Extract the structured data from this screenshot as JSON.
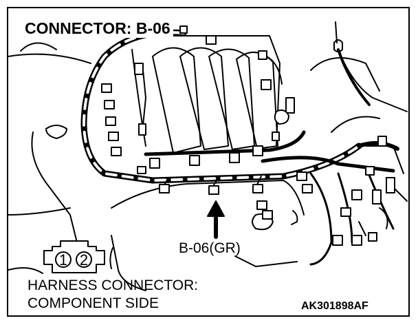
{
  "diagram": {
    "title": "CONNECTOR: B-06",
    "callout": "B-06(GR)",
    "caption_line1": "HARNESS CONNECTOR:",
    "caption_line2": "COMPONENT SIDE",
    "figure_code": "AK301898AF",
    "connector_pins": [
      "1",
      "2"
    ]
  },
  "colors": {
    "ink": "#000000",
    "paper": "#ffffff"
  }
}
